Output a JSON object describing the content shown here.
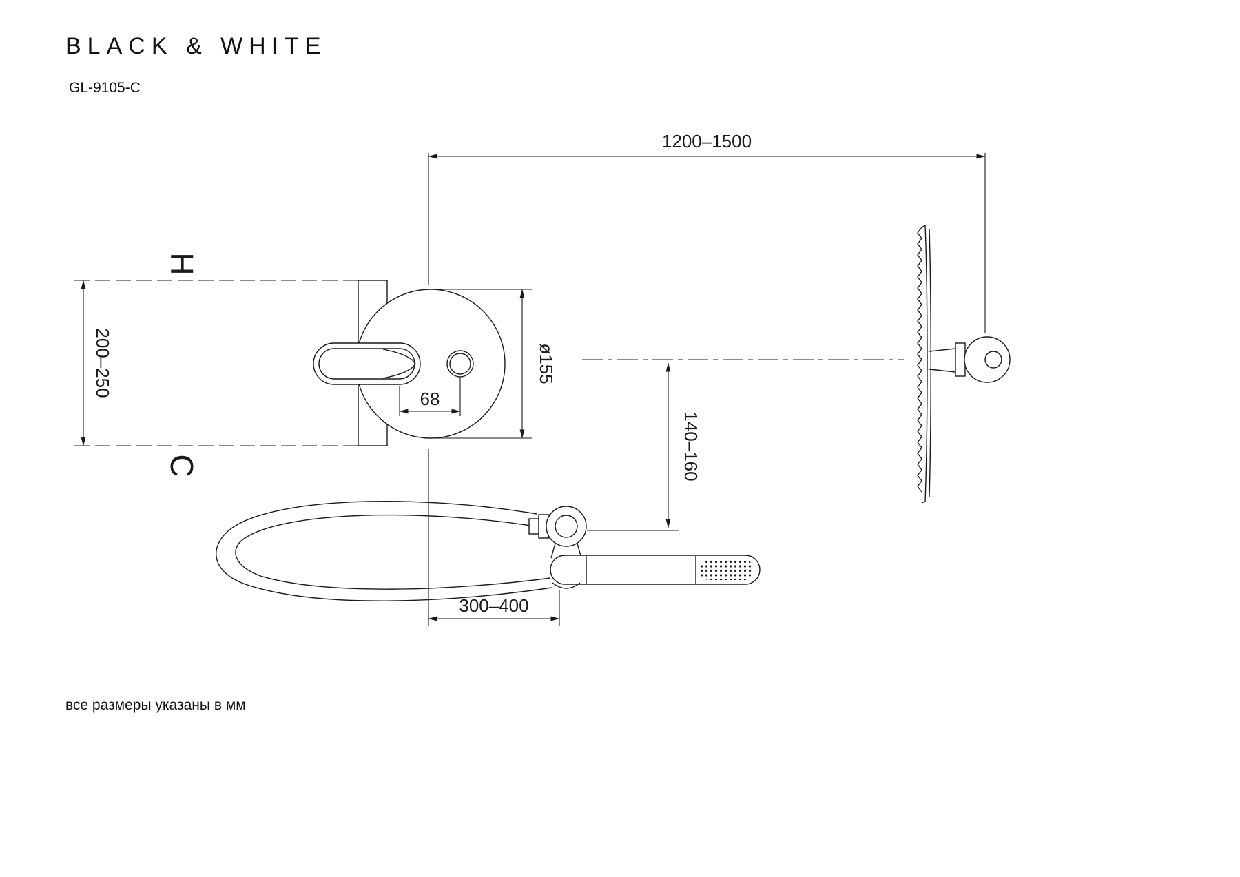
{
  "header": {
    "brand": "BLACK & WHITE",
    "model": "GL-9105-C"
  },
  "footer": {
    "note": "все размеры указаны в мм"
  },
  "drawing": {
    "dim_top": "1200–1500",
    "dim_left": "200–250",
    "label_hot": "H",
    "label_cold": "C",
    "dim_lever": "68",
    "dim_plate": "ø155",
    "dim_drop": "140–160",
    "dim_bottom": "300–400"
  },
  "colors": {
    "line": "#1a1a1a",
    "background": "#ffffff"
  }
}
